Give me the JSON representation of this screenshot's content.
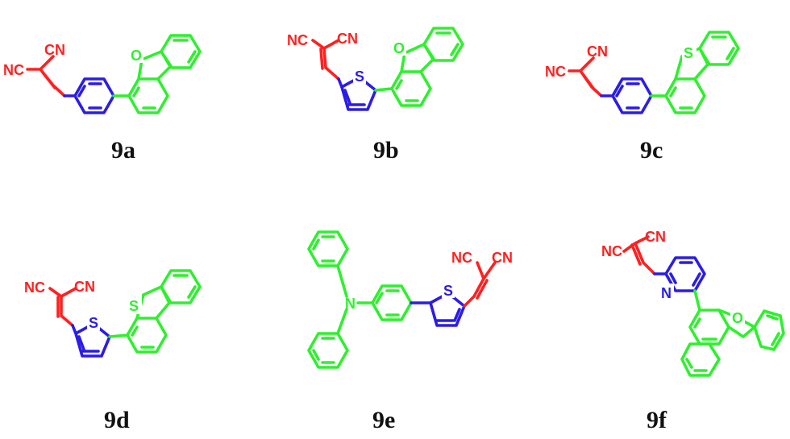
{
  "compounds": [
    {
      "label": "9a",
      "atoms": {
        "nc": "NC",
        "cn": "CN",
        "hetero": "O"
      }
    },
    {
      "label": "9b",
      "atoms": {
        "nc": "NC",
        "cn": "CN",
        "thio": "S",
        "hetero": "O"
      }
    },
    {
      "label": "9c",
      "atoms": {
        "nc": "NC",
        "cn": "CN",
        "hetero": "S"
      }
    },
    {
      "label": "9d",
      "atoms": {
        "nc": "NC",
        "cn": "CN",
        "thio": "S",
        "hetero": "S"
      }
    },
    {
      "label": "9e",
      "atoms": {
        "nc": "NC",
        "cn": "CN",
        "thio": "S",
        "amine": "N"
      }
    },
    {
      "label": "9f",
      "atoms": {
        "nc": "NC",
        "cn": "CN",
        "pyr": "N",
        "hetero": "O"
      }
    }
  ],
  "colors": {
    "acceptor": "#ff2020",
    "bridge": "#2b1de6",
    "donor": "#2ef02e"
  }
}
